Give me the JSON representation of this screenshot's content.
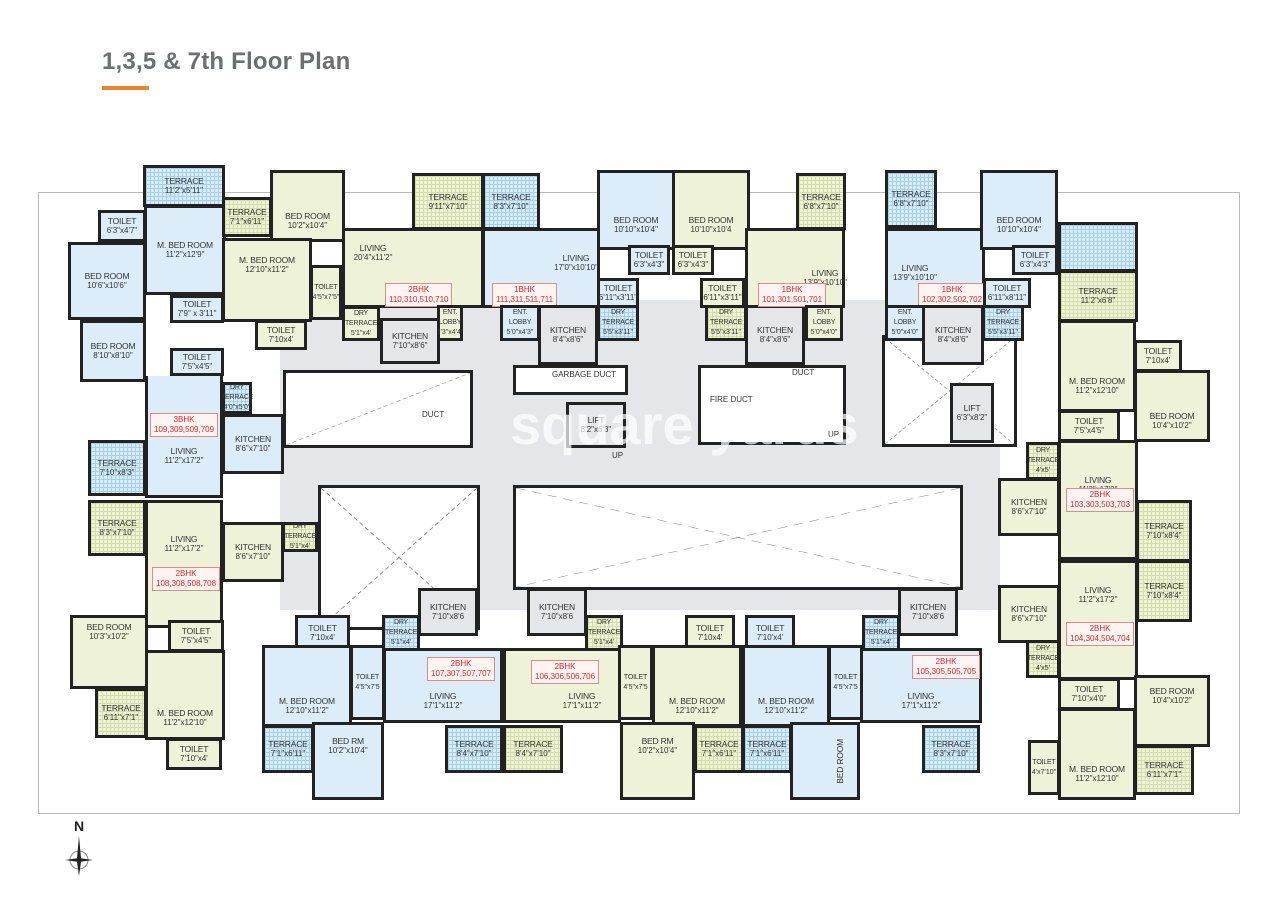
{
  "page": {
    "title": "1,3,5 & 7th Floor Plan",
    "accent_color": "#e8862a",
    "title_color": "#6d6e71",
    "watermark": "square yards",
    "compass": {
      "label": "N",
      "icon": "north-arrow-icon"
    }
  },
  "colors": {
    "unit_green": "#eef2d9",
    "unit_blue": "#dcecf8",
    "common_area": "#e4e6e9",
    "wall": "#222222",
    "unit_badge_text": "#d42a2a"
  },
  "units": [
    {
      "type": "3BHK",
      "numbers": "109,309,509,709"
    },
    {
      "type": "2BHK",
      "numbers": "110,310,510,710"
    },
    {
      "type": "1BHK",
      "numbers": "111,311,511,711"
    },
    {
      "type": "1BHK",
      "numbers": "101,301,501,701"
    },
    {
      "type": "1BHK",
      "numbers": "102,302,502,702"
    },
    {
      "type": "2BHK",
      "numbers": "103,303,503,703"
    },
    {
      "type": "2BHK",
      "numbers": "104,304,504,704"
    },
    {
      "type": "2BHK",
      "numbers": "105,305,505,705"
    },
    {
      "type": "2BHK",
      "numbers": "106,306,506,706"
    },
    {
      "type": "2BHK",
      "numbers": "107,307,507,707"
    },
    {
      "type": "2BHK",
      "numbers": "108,308,508,708"
    }
  ],
  "rooms": [
    {
      "name": "TERRACE",
      "dim": "11'2\"x5'11\""
    },
    {
      "name": "TOILET",
      "dim": "6'3\"x4'7\""
    },
    {
      "name": "M. BED ROOM",
      "dim": "11'2\"x12'9\""
    },
    {
      "name": "BED ROOM",
      "dim": "10'6\"x10'6\""
    },
    {
      "name": "BED ROOM",
      "dim": "8'10\"x8'10\""
    },
    {
      "name": "TOILET",
      "dim": "7'9\" x 3'11\""
    },
    {
      "name": "TOILET",
      "dim": "7'5\"x4'5\""
    },
    {
      "name": "DRY TERRACE",
      "dim": "4'0\"x5'0\""
    },
    {
      "name": "KITCHEN",
      "dim": "8'6\"x7'10\""
    },
    {
      "name": "LIVING",
      "dim": "11'2\"x17'2\""
    },
    {
      "name": "TERRACE",
      "dim": "7'10\"x8'3\""
    },
    {
      "name": "TERRACE",
      "dim": "7'1\"x6'11\""
    },
    {
      "name": "BED ROOM",
      "dim": "10'2\"x10'4\""
    },
    {
      "name": "M. BED ROOM",
      "dim": "12'10\"x11'2\""
    },
    {
      "name": "TOILET",
      "dim": "4'5\"x7'5\""
    },
    {
      "name": "TOILET",
      "dim": "7'10x4'"
    },
    {
      "name": "LIVING",
      "dim": "20'4\"x11'2\""
    },
    {
      "name": "TERRACE",
      "dim": "9'11\"x7'10\""
    },
    {
      "name": "DRY TERRACE",
      "dim": "5'1\"x4'"
    },
    {
      "name": "KITCHEN",
      "dim": "7'10\"x8'6\""
    },
    {
      "name": "ENT. LOBBY",
      "dim": "3'3\"x4'4\""
    },
    {
      "name": "TERRACE",
      "dim": "8'3\"x7'10\""
    },
    {
      "name": "LIVING",
      "dim": "17'0\"x10'10\""
    },
    {
      "name": "ENT. LOBBY",
      "dim": "5'0\"x4'3\""
    },
    {
      "name": "KITCHEN",
      "dim": "8'4\"x8'6\""
    },
    {
      "name": "DRY TERRACE",
      "dim": "5'5\"x3'11\""
    },
    {
      "name": "TOILET",
      "dim": "6'11\"x3'11\""
    },
    {
      "name": "BED ROOM",
      "dim": "10'10\"x10'4\""
    },
    {
      "name": "TOILET",
      "dim": "6'3\"x4'3\""
    },
    {
      "name": "BED ROOM",
      "dim": "10'10\"x10'4"
    },
    {
      "name": "TOILET",
      "dim": "6'3\"x4'3\""
    },
    {
      "name": "TOILET",
      "dim": "6'11\"x3'11\""
    },
    {
      "name": "DRY TERRACE",
      "dim": "5'5\"x3'11\""
    },
    {
      "name": "KITCHEN",
      "dim": "8'4\"x8'6\""
    },
    {
      "name": "LIVING",
      "dim": "13'9\"x10'10\""
    },
    {
      "name": "ENT. LOBBY",
      "dim": "5'0\"x4'0\""
    },
    {
      "name": "TERRACE",
      "dim": "6'8\"x7'10\""
    },
    {
      "name": "TERRACE",
      "dim": "6'8\"x7'10\""
    },
    {
      "name": "LIVING",
      "dim": "13'9\"x10'10\""
    },
    {
      "name": "BED ROOM",
      "dim": "10'10\"x10'4\""
    },
    {
      "name": "TOILET",
      "dim": "6'3\"x4'3\""
    },
    {
      "name": "TOILET",
      "dim": "6'11\"x8'11\""
    },
    {
      "name": "ENT. LOBBY",
      "dim": "5'0\"x4'0\""
    },
    {
      "name": "KITCHEN",
      "dim": "8'4\"x8'6\""
    },
    {
      "name": "DRY TERRACE",
      "dim": "5'5\"x3'11\""
    },
    {
      "name": "TERRACE",
      "dim": "11'2\"x6'8\""
    },
    {
      "name": "M. BED ROOM",
      "dim": "11'2\"x12'10\""
    },
    {
      "name": "TOILET",
      "dim": "7'10x4'"
    },
    {
      "name": "BED ROOM",
      "dim": "10'4\"x10'2\""
    },
    {
      "name": "TOILET",
      "dim": "7'5\"x4'5\""
    },
    {
      "name": "DRY TERRACE",
      "dim": "4'x5'"
    },
    {
      "name": "KITCHEN",
      "dim": "8'6\"x7'10\""
    },
    {
      "name": "LIVING",
      "dim": "11'2\"x17'2\""
    },
    {
      "name": "TERRACE",
      "dim": "7'10\"x8'4\""
    },
    {
      "name": "TERRACE",
      "dim": "7'10\"x8'4\""
    },
    {
      "name": "KITCHEN",
      "dim": "8'6\"x7'10\""
    },
    {
      "name": "LIVING",
      "dim": "11'2\"x17'2\""
    },
    {
      "name": "DRY TERRACE",
      "dim": "4'x5'"
    },
    {
      "name": "TOILET",
      "dim": "7'10\"x4'0\""
    },
    {
      "name": "BED ROOM",
      "dim": "10'4\"x10'2\""
    },
    {
      "name": "TOILET",
      "dim": "4'x7'10\""
    },
    {
      "name": "M. BED ROOM",
      "dim": "11'2\"x12'10\""
    },
    {
      "name": "TERRACE",
      "dim": "6'11\"x7'1\""
    },
    {
      "name": "KITCHEN",
      "dim": "7'10\"x8'6"
    },
    {
      "name": "DRY TERRACE",
      "dim": "5'1\"x4'"
    },
    {
      "name": "TOILET",
      "dim": "7'10'x4'"
    },
    {
      "name": "TOILET",
      "dim": "4'5\"x7'5"
    },
    {
      "name": "M. BED ROOM",
      "dim": "12'10\"x11'2\""
    },
    {
      "name": "LIVING",
      "dim": "17'1\"x11'2\""
    },
    {
      "name": "TERRACE",
      "dim": "7'1\"x6'11\""
    },
    {
      "name": "BED ROOM",
      "dim": "10'2\"x10'4\""
    },
    {
      "name": "TERRACE",
      "dim": "8'3\"x7'10\""
    },
    {
      "name": "KITCHEN",
      "dim": "7'10\"x8'6"
    },
    {
      "name": "DRY TERRACE",
      "dim": "5'1\"x4'"
    },
    {
      "name": "TOILET",
      "dim": "7'10x4'"
    },
    {
      "name": "TOILET",
      "dim": "4'5\"x7'5"
    },
    {
      "name": "LIVING",
      "dim": "17'1\"x11'2\""
    },
    {
      "name": "M. BED ROOM",
      "dim": "12'10\"x11'2\""
    },
    {
      "name": "TERRACE",
      "dim": "8'4\"x7'10\""
    },
    {
      "name": "BED RM",
      "dim": "10'2\"x10'4\""
    },
    {
      "name": "TERRACE",
      "dim": "7'1\"x6'11\""
    },
    {
      "name": "KITCHEN",
      "dim": "7'10\"x8'6"
    },
    {
      "name": "DRY TERRACE",
      "dim": "5'1\"x4'"
    },
    {
      "name": "TOILET",
      "dim": "7'10x4'"
    },
    {
      "name": "TOILET",
      "dim": "4'5\"x7'5"
    },
    {
      "name": "M. BED ROOM",
      "dim": "12'10\"x11'2\""
    },
    {
      "name": "LIVING",
      "dim": "17'1\"x11'2\""
    },
    {
      "name": "TERRACE",
      "dim": "7'1\"x6'11\""
    },
    {
      "name": "BED RM",
      "dim": "10'2\"x10'4\""
    },
    {
      "name": "TERRACE",
      "dim": "8'4\"x7'10\""
    },
    {
      "name": "KITCHEN",
      "dim": "8'6\"x7'10\""
    },
    {
      "name": "DRY TERRACE",
      "dim": "5'1\"x4'"
    },
    {
      "name": "LIVING",
      "dim": "11'2\"x17'2\""
    },
    {
      "name": "TERRACE",
      "dim": "8'3\"x7'10\""
    },
    {
      "name": "BED ROOM",
      "dim": "10'3\"x10'2\""
    },
    {
      "name": "TOILET",
      "dim": "7'5\"x4'5\""
    },
    {
      "name": "M. BED ROOM",
      "dim": "11'2\"x12'10\""
    },
    {
      "name": "TERRACE",
      "dim": "6'11\"x7'1\""
    },
    {
      "name": "TOILET",
      "dim": "7'10\"x4'"
    }
  ],
  "common": {
    "lift1": {
      "name": "LIFT",
      "dim": "8'2\"x6'3\""
    },
    "lift2": {
      "name": "LIFT",
      "dim": "6'3\"x8'2\""
    },
    "garbage_duct": "GARBAGE DUCT",
    "fire_duct": "FIRE DUCT",
    "duct": "DUCT",
    "up": "UP"
  }
}
